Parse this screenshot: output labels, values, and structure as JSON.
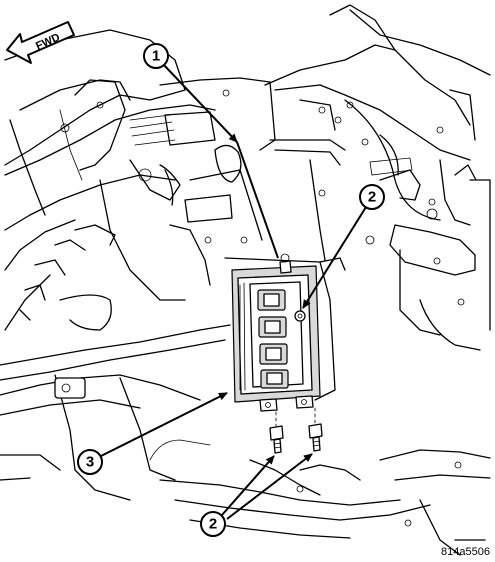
{
  "direction_arrow": {
    "label": "FWD"
  },
  "callouts": [
    {
      "id": "callout-1",
      "label": "1"
    },
    {
      "id": "callout-2-upper",
      "label": "2"
    },
    {
      "id": "callout-3",
      "label": "3"
    },
    {
      "id": "callout-2-lower",
      "label": "2"
    }
  ],
  "figure_id": "814a5506"
}
